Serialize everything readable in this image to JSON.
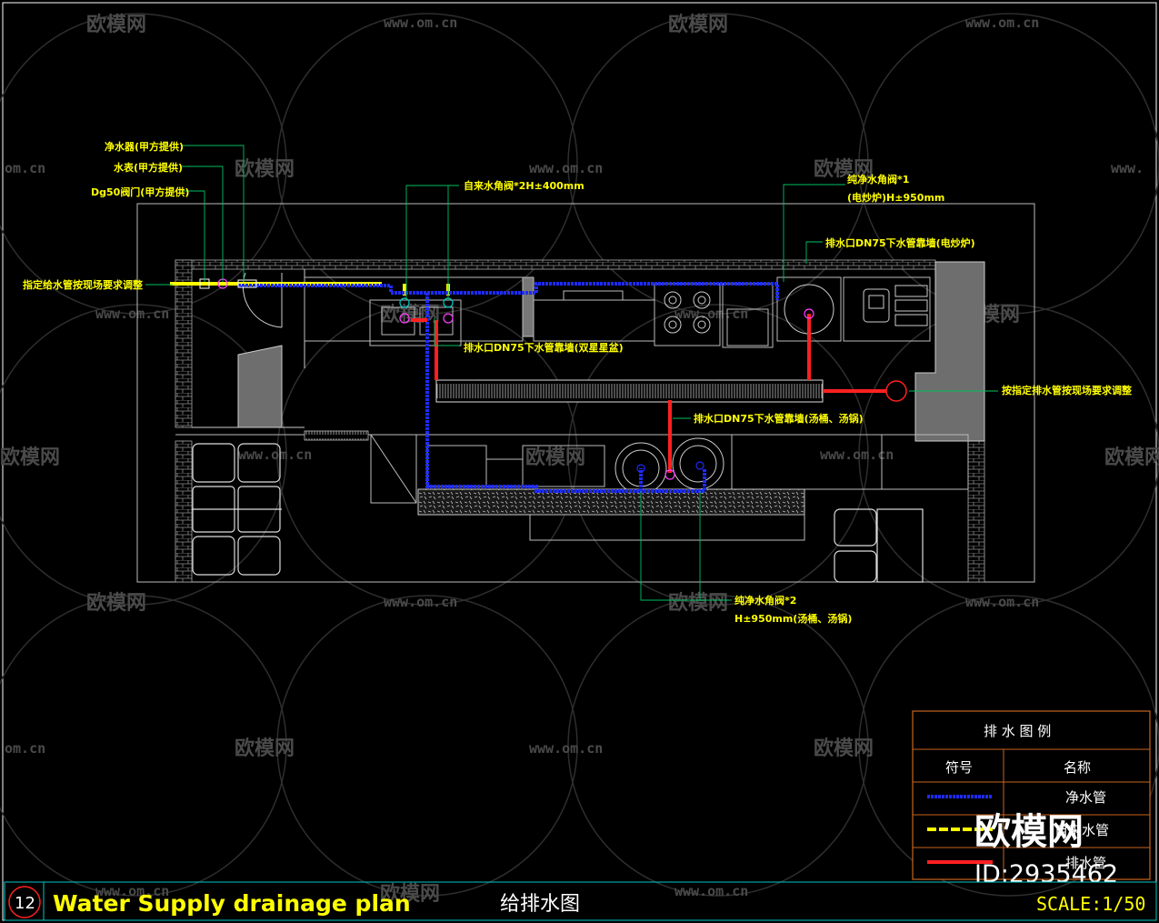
{
  "watermark": {
    "brand": "欧模网",
    "url": "www.om.cn",
    "url_partial_left": "om.cn",
    "url_partial_right": "www.",
    "id_label": "ID:2935462"
  },
  "labels": {
    "water_purifier": "净水器(甲方提供)",
    "water_meter": "水表(甲方提供)",
    "valve_dg50": "Dg50阀门(甲方提供)",
    "supply_note": "指定给水管按现场要求调整",
    "tap_valve": "自来水角阀*2H±400mm",
    "pure_valve_1_line1": "纯净水角阀*1",
    "pure_valve_1_line2": "(电炒炉)H±950mm",
    "drain_outlet_stove": "排水口DN75下水管靠墙(电炒炉)",
    "drain_outlet_sink": "排水口DN75下水管靠墙(双星星盆)",
    "drain_note": "按指定排水管按现场要求调整",
    "drain_outlet_soup": "排水口DN75下水管靠墙(汤桶、汤锅)",
    "pure_valve_2_line1": "纯净水角阀*2",
    "pure_valve_2_line2": "H±950mm(汤桶、汤锅)"
  },
  "legend": {
    "title": "排 水 图 例",
    "col_symbol": "符号",
    "col_name": "名称",
    "rows": [
      {
        "name": "净水管",
        "color": "#1e2bff"
      },
      {
        "name": "自来水管",
        "color": "#ffff00"
      },
      {
        "name": "排水管",
        "color": "#ff2020"
      }
    ]
  },
  "titlebar": {
    "number": "12",
    "title_en": "Water Supply drainage plan",
    "title_cn": "给排水图",
    "scale": "SCALE:1/50"
  },
  "colors": {
    "pure_water": "#1e2bff",
    "tap_water": "#ffff00",
    "drain": "#ff2020",
    "leader": "#00c060",
    "wall": "#9a9a9a",
    "frame": "#ffffff",
    "title_frame": "#00c8c8",
    "legend_frame": "#c8641e"
  }
}
